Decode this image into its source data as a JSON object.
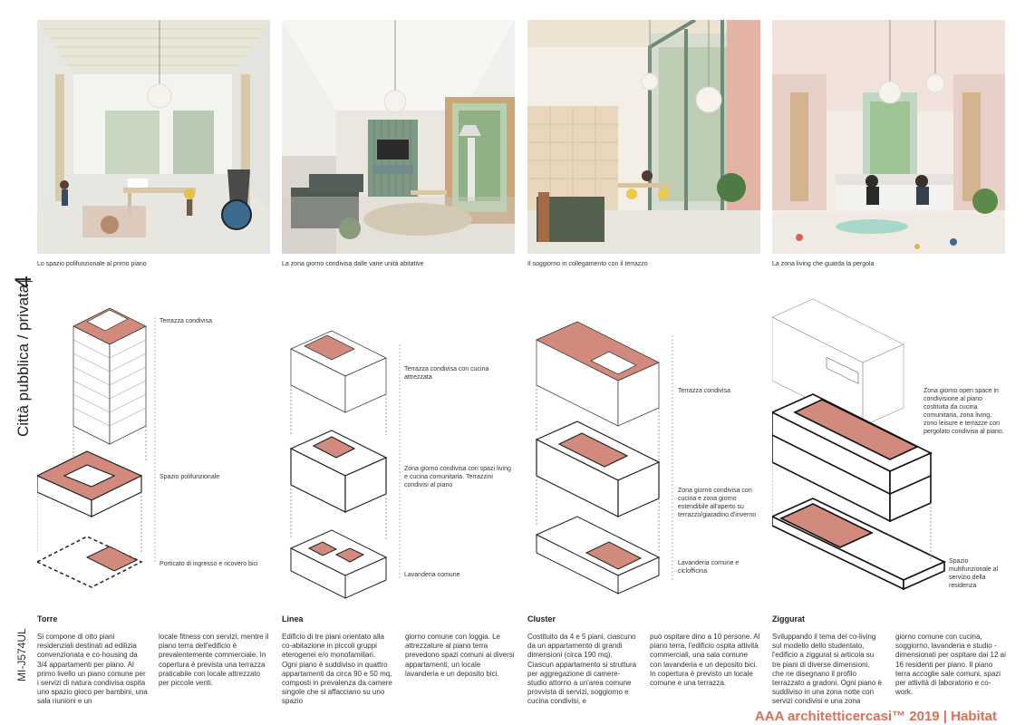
{
  "sidebar": {
    "title": "Città pubblica / privata",
    "number": "4",
    "code": "MI-J574UL"
  },
  "panels": [
    {
      "caption": "Lo spazio polifunzionale al primo piano",
      "name": "Torre",
      "labels": [
        "Terrazza condivisa",
        "Spazio polifunzionale",
        "Porticato di ingresso e ricovero bici"
      ],
      "text1": "Si compone di otto piani residenziali destinati ad edilizia convenzionata e co-housing da 3/4 appartamenti per piano. Al primo livello un piano comune per i servizi di natura condivisa ospita uno spazio gioco per bambini, una sala riunioni e un",
      "text2": "locale fitness con servizi, mentre il piano terra dell'edificio è prevalentemente commerciale. In copertura è prevista una terrazza praticabile con locale attrezzato per piccole venti."
    },
    {
      "caption": "La zona giorno condivisa dalle varie unità abitative",
      "name": "Linea",
      "labels": [
        "Terrazza condivisa con cucina attrezzata",
        "Zona giorno condivisa con spazi living e cucina comunitaria. Terrazzini condivisi al piano",
        "Lavanderia comune"
      ],
      "text1": "Edificio di tre piani orientato alla co-abitazione in piccoli gruppi eterogenei e/o monofamiliari. Ogni piano è suddiviso in quattro appartamenti da circa 90 e 50 mq, composti in prevalenza da camere singole che si affacciano su uno spazio",
      "text2": "giorno comune con loggia. Le attrezzature al piano terra prevedono spazi comuni ai diversi appartamenti, un locale lavanderia e un deposito bici."
    },
    {
      "caption": "Il soggiorno in collegamento con il terrazzo",
      "name": "Cluster",
      "labels": [
        "Terrazza condivisa",
        "Zona giorno condivisa con cucina e zona giorno estendibile all'aperto su terrazzo/giaradino d'inverno",
        "Lavanderia comune e ciclofficina"
      ],
      "text1": "Costituito da 4 e 5 piani, ciascuno da un appartamento di grandi dimensioni (circa 190 mq). Ciascun appartamento si struttura per aggregazione di camere-studio attorno a un'area comune provvista di servizi, soggiorno e cucina condivisi, e",
      "text2": "può ospitare dino a 10 persone. Al piano terra, l'edificio ospita attività commerciali, una sala comune con lavanderia e un deposito bici. In copertura è previsto un locale comune e una terrazza."
    },
    {
      "caption": "La zona living che guarda la pergola",
      "name": "Ziggurat",
      "labels": [
        "Zona giorno open space in condivisione al piano costituita da cucina comunitaria, zona living, zono leisure e terrazze con pergolato condivisa al piano.",
        "Spazio multifunzionale al servizio della residenza"
      ],
      "text1": "Sviluppando il tema del co-living sul modello dello studentato, l'edificio a ziggurat si articola su tre piani di diverse dimensioni, che ne disegnano il profilo terrazzato a gradoni. Ogni piano è suddiviso in una zona notte con servizi condivisi e una zona",
      "text2": "giorno comune con cucina, soggiorno, lavanderia e studio - dimensionati per ospitare dai 12 ai 16 residenti per piano. Il piano terra accoglie sale comuni, spazi per attività di laboratorio e co-work."
    }
  ],
  "brand": "AAA architetticercasi™ 2019 | Habitat",
  "colors": {
    "accent": "#d9705a",
    "terracotta": "#d28a7c",
    "sage": "#6e8a7a"
  }
}
